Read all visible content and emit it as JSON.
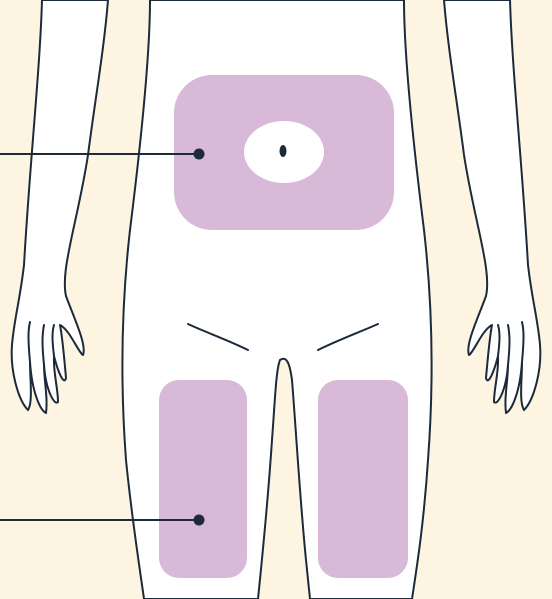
{
  "diagram": {
    "background_color": "#fdf5e2",
    "body_fill": "#ffffff",
    "outline_color": "#1c2a3a",
    "zone_color": "#d8b9d8",
    "zones": [
      {
        "name": "abdomen-injection-zone"
      },
      {
        "name": "left-thigh-injection-zone"
      },
      {
        "name": "right-thigh-injection-zone"
      }
    ],
    "callouts": [
      {
        "name": "abdomen-callout",
        "target": "abdomen-injection-zone"
      },
      {
        "name": "thigh-callout",
        "target": "left-thigh-injection-zone"
      }
    ]
  }
}
